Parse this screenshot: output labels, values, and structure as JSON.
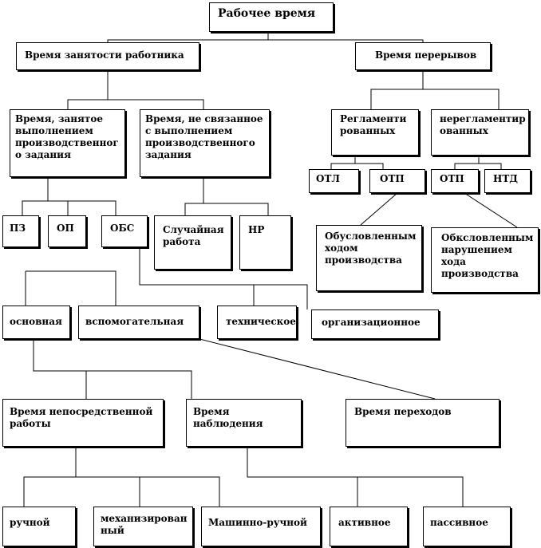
{
  "diagram": {
    "root": "Рабочее время",
    "employment_time": "Время занятости работника",
    "break_time": "Время перерывов",
    "task_time": "Время, занятое\nвыполнением\nпроизводственног\nо задания",
    "non_task_time": "Время, не связанное\nс выполнением\nпроизводственного\nзадания",
    "regulated": "Регламенти\nрованных",
    "unregulated": "нерегламентир\nованных",
    "otl": "ОТЛ",
    "otp_1": "ОТП",
    "otp_2": "ОТП",
    "ntd": "НТД",
    "pz": "ПЗ",
    "op": "ОП",
    "obs": "ОБС",
    "random_work": "Случайная\nработа",
    "nr": "НР",
    "production_caused": "Обусловленным\nходом\nпроизводства",
    "violation_caused": "Обкcловленным\nнарушением\nхода\nпроизводства",
    "main": "основная",
    "auxiliary": "вспомогательная",
    "technical": "техническое",
    "organizational": "организационное",
    "direct_work": "Время непосредственной\nработы",
    "observation": "Время\nнаблюдения",
    "transitions": "Время переходов",
    "manual": "ручной",
    "mechanized": "механизирован\nный",
    "machine_manual": "Машинно-ручной",
    "active": "активное",
    "passive": "пассивное"
  }
}
